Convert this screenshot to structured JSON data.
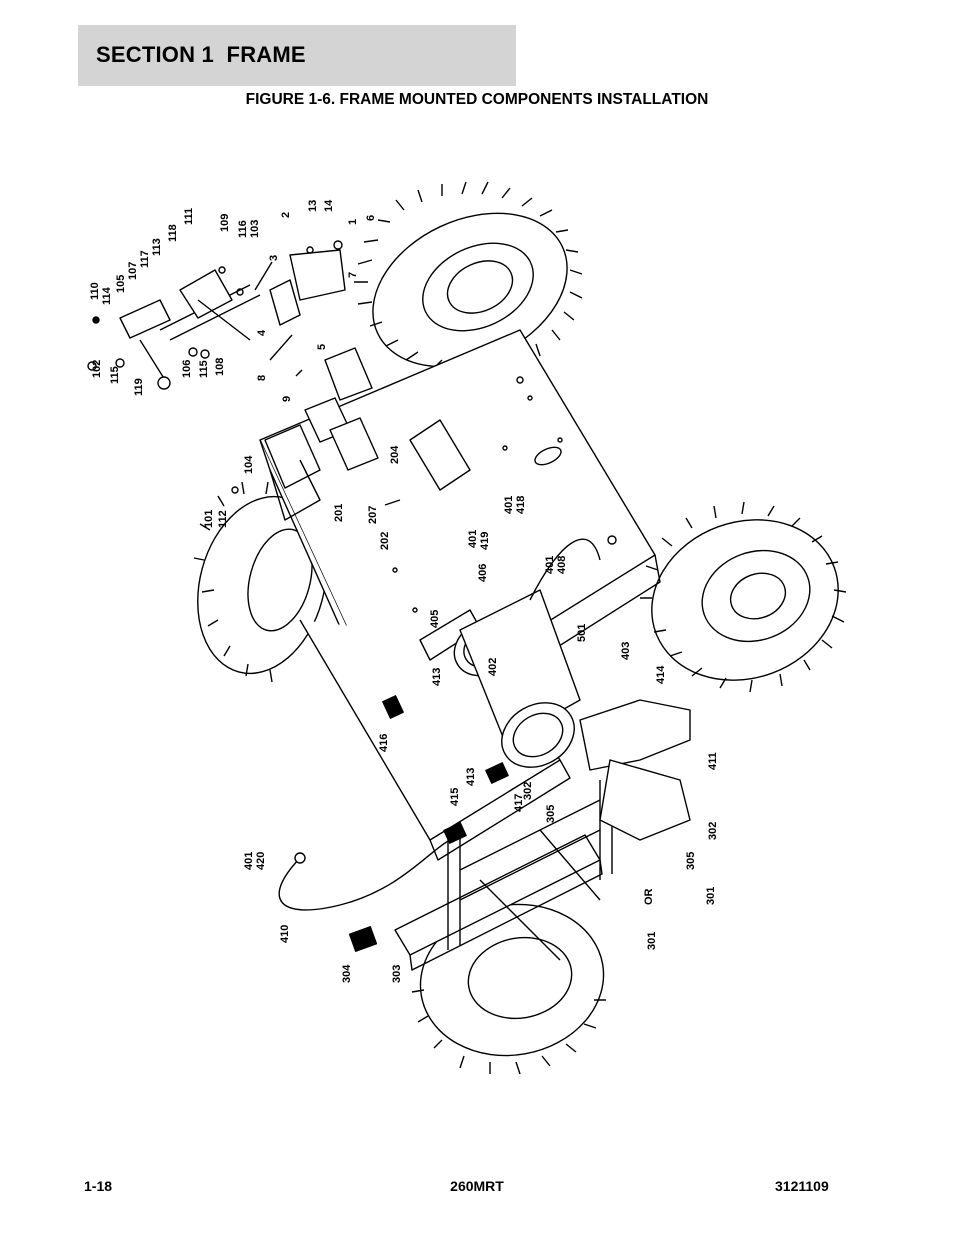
{
  "section_title": "SECTION 1  FRAME",
  "figure_title": "FIGURE 1-6. FRAME MOUNTED COMPONENTS INSTALLATION",
  "footer": {
    "page_number": "1-18",
    "model": "260MRT",
    "document_number": "3121109"
  },
  "callouts": {
    "c110": "110",
    "c114": "114",
    "c105": "105",
    "c107": "107",
    "c117": "117",
    "c113": "113",
    "c118": "118",
    "c111": "111",
    "c109": "109",
    "c116": "116",
    "c103": "103",
    "c2": "2",
    "c13": "13",
    "c14": "14",
    "c1": "1",
    "c6": "6",
    "c3": "3",
    "c7": "7",
    "c4": "4",
    "c102": "102",
    "c115a": "115",
    "c119": "119",
    "c106": "106",
    "c115b": "115",
    "c108": "108",
    "c8": "8",
    "c5": "5",
    "c9": "9",
    "c104": "104",
    "c101": "101",
    "c112": "112",
    "c204": "204",
    "c201": "201",
    "c207": "207",
    "c202": "202",
    "c401a": "401",
    "c418": "418",
    "c401b": "401",
    "c419": "419",
    "c401c": "401",
    "c408": "408",
    "c406": "406",
    "c405": "405",
    "c501": "501",
    "c403": "403",
    "c413a": "413",
    "c402": "402",
    "c414": "414",
    "c416": "416",
    "c413b": "413",
    "c415": "415",
    "c417": "417",
    "c302a": "302",
    "c305a": "305",
    "c411": "411",
    "c302b": "302",
    "c305b": "305",
    "cOR": "OR",
    "c301a": "301",
    "c301b": "301",
    "c401d": "401",
    "c420": "420",
    "c410": "410",
    "c304": "304",
    "c303": "303"
  }
}
